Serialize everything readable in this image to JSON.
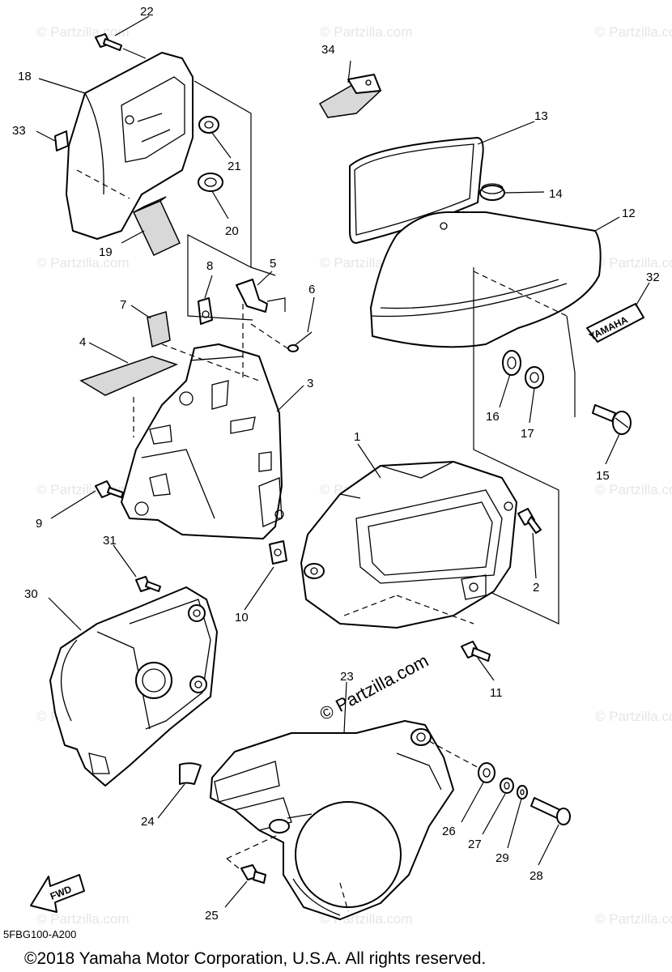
{
  "watermark": "© Partzilla.com",
  "diagram_code": "5FBG100-A200",
  "copyright": "©2018  Yamaha Motor Corporation, U.S.A. All rights reserved.",
  "fwd_label": "FWD",
  "yamaha_label": "YAMAHA",
  "callouts": {
    "c1": "1",
    "c2": "2",
    "c3": "3",
    "c4": "4",
    "c5": "5",
    "c6": "6",
    "c7": "7",
    "c8": "8",
    "c9": "9",
    "c10": "10",
    "c11": "11",
    "c12": "12",
    "c13": "13",
    "c14": "14",
    "c15": "15",
    "c16": "16",
    "c17": "17",
    "c18": "18",
    "c19": "19",
    "c20": "20",
    "c21": "21",
    "c22": "22",
    "c23": "23",
    "c24": "24",
    "c25": "25",
    "c26": "26",
    "c27": "27",
    "c28": "28",
    "c29": "29",
    "c30": "30",
    "c31": "31",
    "c32": "32",
    "c33": "33",
    "c34": "34"
  }
}
